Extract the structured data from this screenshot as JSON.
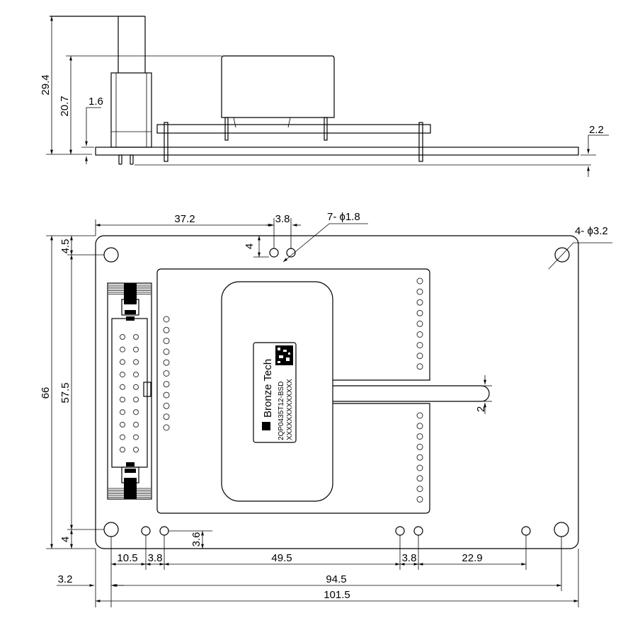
{
  "title": "Module mechanical drawing - side and bottom view",
  "side_view": {
    "dims": {
      "total_height": "29.4",
      "component_height": "20.7",
      "board_thickness": "1.6",
      "pin_length": "2.2"
    }
  },
  "bottom_view": {
    "dims": {
      "hole_x": "37.2",
      "hole_pitch": "3.8",
      "small_holes": "7- ϕ1.8",
      "mount_holes": "4- ϕ3.2",
      "top_offset": "4",
      "top_margin": "4.5",
      "board_height": "66",
      "hole_span_y": "57.5",
      "bottom_margin": "4",
      "bottom_hole_y": "3.6",
      "slot_width": "2",
      "d_10_5": "10.5",
      "d_3_8_a": "3.8",
      "d_49_5": "49.5",
      "d_3_8_b": "3.8",
      "d_22_9": "22.9",
      "left_offset": "3.2",
      "hole_span_x": "94.5",
      "board_width": "101.5"
    },
    "label": {
      "brand": "Bronze Tech",
      "part_number": "2QP0435T12-BSD",
      "serial": "XXXXXXXXXXXXX"
    },
    "connector_pin_rows": 10,
    "left_pin_count": 11,
    "right_upper_pin_count": 9,
    "right_lower_pin_count": 9
  }
}
